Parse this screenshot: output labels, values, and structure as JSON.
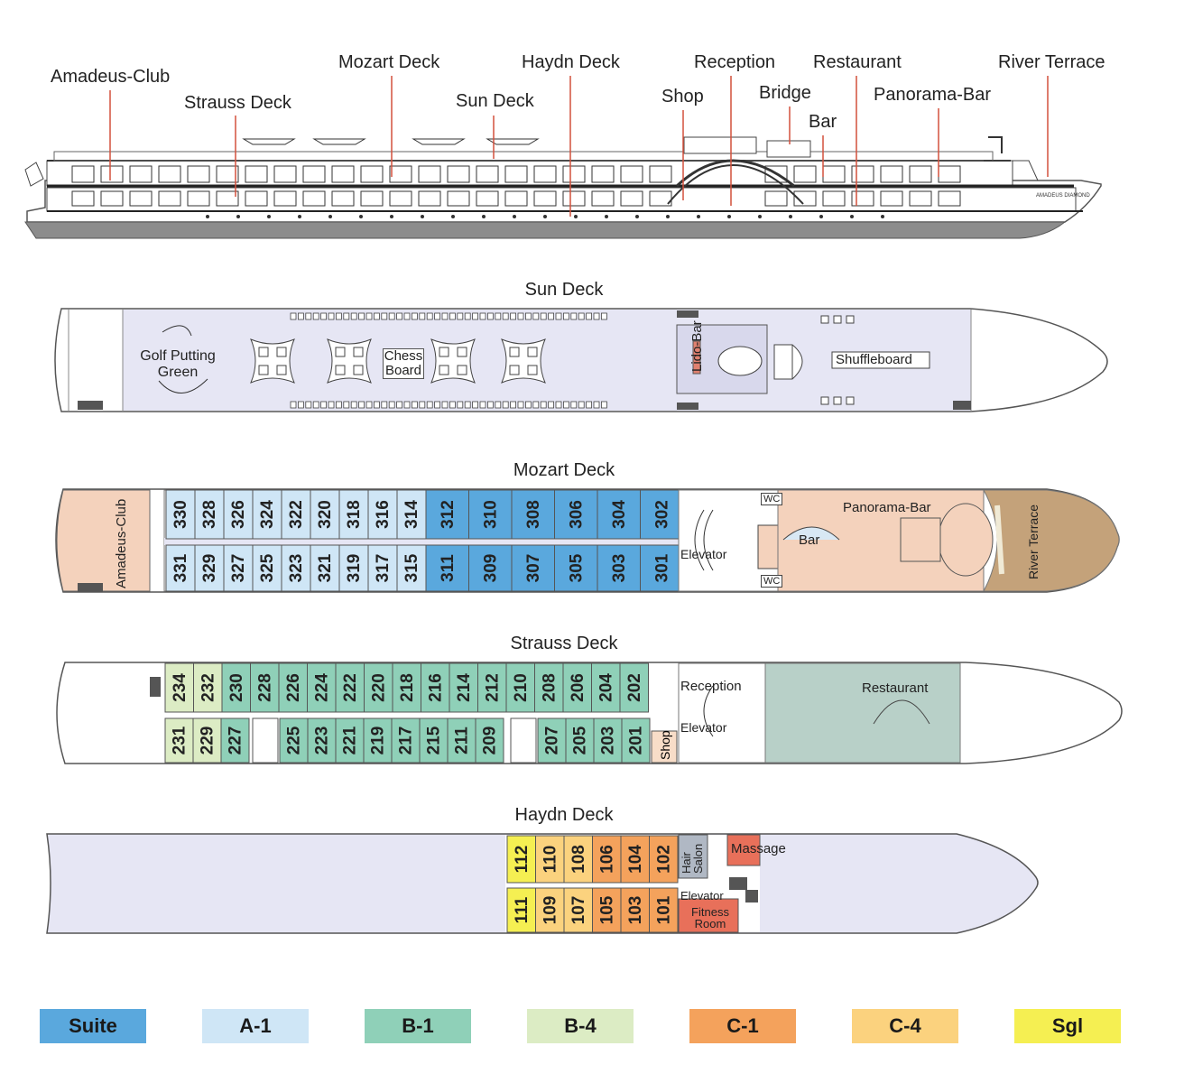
{
  "colors": {
    "suite": "#5aa8dd",
    "a1": "#cfe6f6",
    "b1": "#8fd0b8",
    "b4": "#dcecc4",
    "c1": "#f4a25c",
    "c4": "#fbd27e",
    "sgl": "#f5ef52",
    "deck": "#e6e6f4",
    "hull": "#cfcfcf"
  },
  "profile": {
    "labels": [
      "Amadeus-Club",
      "Strauss Deck",
      "Mozart Deck",
      "Sun Deck",
      "Haydn Deck",
      "Shop",
      "Reception",
      "Bridge",
      "Bar",
      "Restaurant",
      "Panorama-Bar",
      "River Terrace"
    ],
    "ship_name": "AMADEUS DIAMOND"
  },
  "decks": {
    "sun": {
      "title": "Sun Deck",
      "golf": "Golf Putting Green",
      "chess": "Chess Board",
      "lido": "Lido-Bar",
      "shuffle": "Shuffleboard"
    },
    "mozart": {
      "title": "Mozart Deck",
      "club": "Amadeus-Club",
      "top_cabins": [
        "330",
        "328",
        "326",
        "324",
        "322",
        "320",
        "318",
        "316",
        "314",
        "312",
        "310",
        "308",
        "306",
        "304",
        "302"
      ],
      "bottom_cabins": [
        "331",
        "329",
        "327",
        "325",
        "323",
        "321",
        "319",
        "317",
        "315",
        "311",
        "309",
        "307",
        "305",
        "303",
        "301"
      ],
      "elevator": "Elevator",
      "bar": "Bar",
      "panorama": "Panorama-Bar",
      "wc": "WC",
      "terrace": "River Terrace"
    },
    "strauss": {
      "title": "Strauss Deck",
      "top_cabins": [
        "234",
        "232",
        "230",
        "228",
        "226",
        "224",
        "222",
        "220",
        "218",
        "216",
        "214",
        "212",
        "210",
        "208",
        "206",
        "204",
        "202"
      ],
      "bottom_cabins": [
        "231",
        "229",
        "227",
        "225",
        "223",
        "221",
        "219",
        "217",
        "215",
        "211",
        "209",
        "207",
        "205",
        "203",
        "201"
      ],
      "shop": "Shop",
      "reception": "Reception",
      "elevator": "Elevator",
      "restaurant": "Restaurant"
    },
    "haydn": {
      "title": "Haydn Deck",
      "top_cabins": [
        "112",
        "110",
        "108",
        "106",
        "104",
        "102"
      ],
      "bottom_cabins": [
        "111",
        "109",
        "107",
        "105",
        "103",
        "101"
      ],
      "hair_salon": "Hair Salon",
      "massage": "Massage",
      "elevator": "Elevator",
      "fitness": "Fitness Room"
    }
  },
  "legend": [
    {
      "label": "Suite",
      "color": "#5aa8dd"
    },
    {
      "label": "A-1",
      "color": "#cfe6f6"
    },
    {
      "label": "B-1",
      "color": "#8fd0b8"
    },
    {
      "label": "B-4",
      "color": "#dcecc4"
    },
    {
      "label": "C-1",
      "color": "#f4a25c"
    },
    {
      "label": "C-4",
      "color": "#fbd27e"
    },
    {
      "label": "Sgl",
      "color": "#f5ef52"
    }
  ]
}
